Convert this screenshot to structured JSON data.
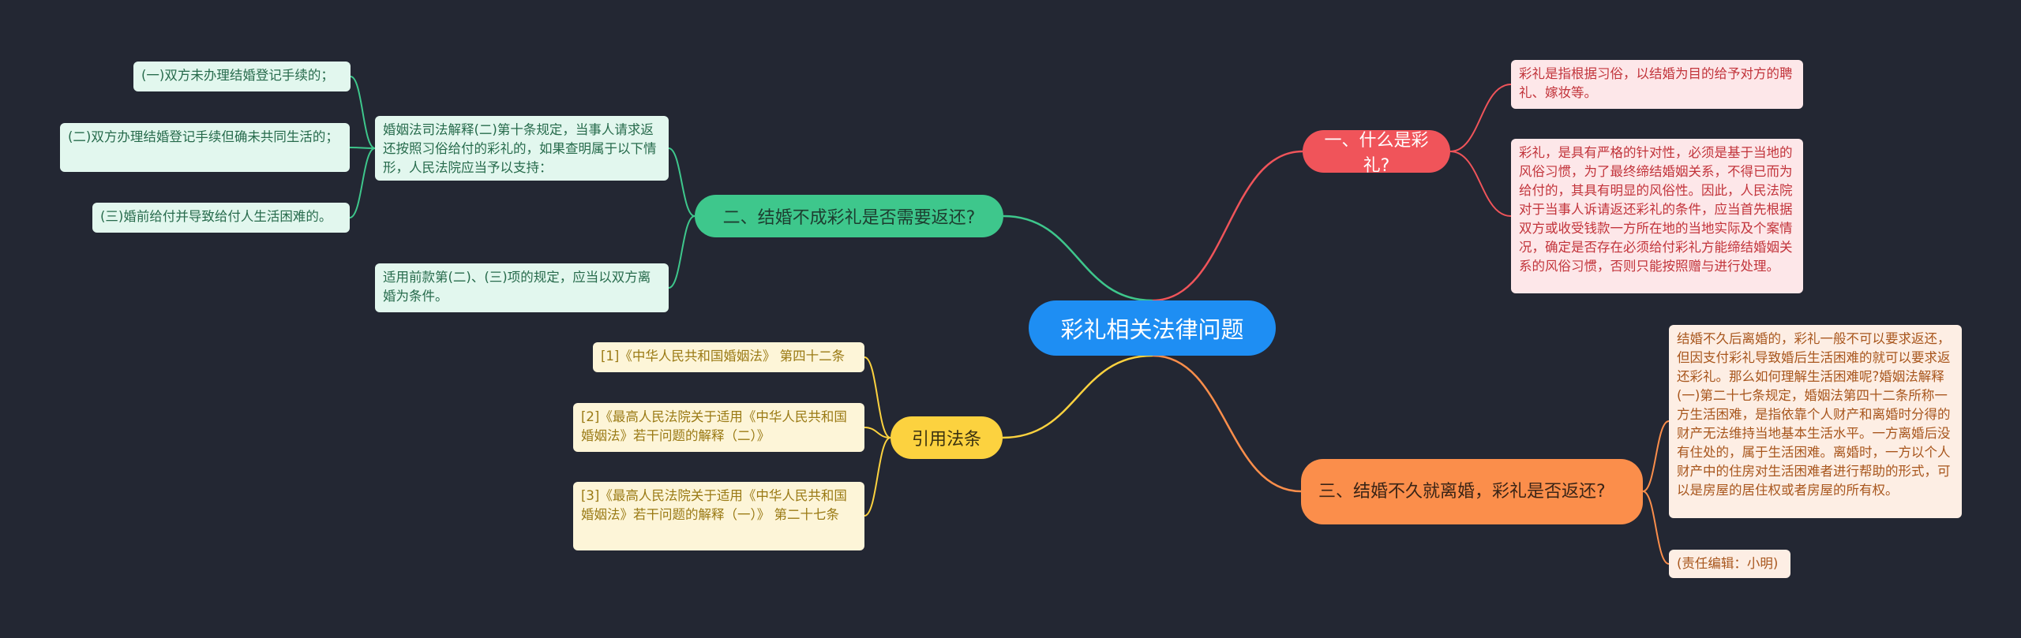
{
  "root": "彩礼相关法律问题",
  "branches": {
    "b1": {
      "label": "一、什么是彩礼?",
      "leaves": [
        "彩礼是指根据习俗，以结婚为目的给予对方的聘礼、嫁妆等。",
        "彩礼，是具有严格的针对性，必须是基于当地的风俗习惯，为了最终缔结婚姻关系，不得已而为给付的，其具有明显的风俗性。因此，人民法院对于当事人诉请返还彩礼的条件，应当首先根据双方或收受钱款一方所在地的当地实际及个案情况，确定是否存在必须给付彩礼方能缔结婚姻关系的风俗习惯，否则只能按照赠与进行处理。"
      ]
    },
    "b2": {
      "label": "二、结婚不成彩礼是否需要返还?",
      "leaves": [
        "婚姻法司法解释(二)第十条规定，当事人请求返还按照习俗给付的彩礼的，如果查明属于以下情形，人民法院应当予以支持：",
        "适用前款第(二)、(三)项的规定，应当以双方离婚为条件。"
      ],
      "subleaves": [
        "(一)双方未办理结婚登记手续的；",
        "(二)双方办理结婚登记手续但确未共同生活的；",
        "(三)婚前给付并导致给付人生活困难的。"
      ]
    },
    "b3": {
      "label": "三、结婚不久就离婚，彩礼是否返还?",
      "leaves": [
        "结婚不久后离婚的，彩礼一般不可以要求返还，但因支付彩礼导致婚后生活困难的就可以要求返还彩礼。那么如何理解生活困难呢?婚姻法解释(一)第二十七条规定，婚姻法第四十二条所称一方生活困难，是指依靠个人财产和离婚时分得的财产无法维持当地基本生活水平。一方离婚后没有住处的，属于生活困难。离婚时，一方以个人财产中的住房对生活困难者进行帮助的形式，可以是房屋的居住权或者房屋的所有权。",
        "(责任编辑：小明)"
      ]
    },
    "b4": {
      "label": "引用法条",
      "leaves": [
        "[1]《中华人民共和国婚姻法》 第四十二条",
        "[2]《最高人民法院关于适用《中华人民共和国婚姻法》若干问题的解释（二）》",
        "[3]《最高人民法院关于适用《中华人民共和国婚姻法》若干问题的解释（一）》 第二十七条"
      ]
    }
  },
  "colors": {
    "background": "#232733",
    "root": "#1e8ef3",
    "red": "#f0545a",
    "orange": "#fb8e4b",
    "green": "#3ec78c",
    "yellow": "#fcd23f"
  }
}
